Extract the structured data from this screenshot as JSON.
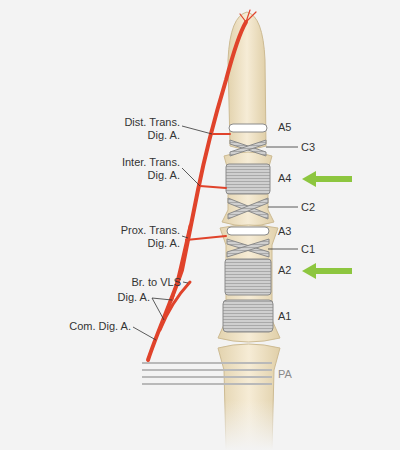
{
  "diagram": {
    "labels": [
      "A5",
      "C3",
      "A4",
      "C2",
      "A3",
      "C1",
      "A2",
      "A1",
      "Dist. Trans. Dig. A.",
      "Inter. Trans. Dig. A.",
      "Prox. Trans. Dig. A.",
      "Br. to VLS",
      "Dig. A.",
      "Com. Dig. A.",
      "PA"
    ]
  }
}
